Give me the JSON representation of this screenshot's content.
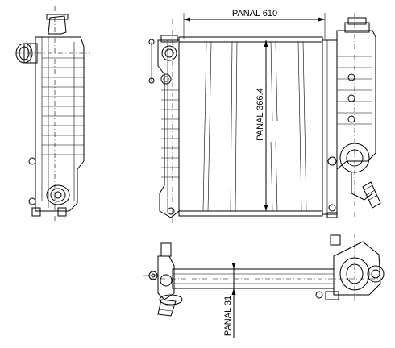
{
  "dimensions": {
    "width_label": "PANAL 610",
    "height_label": "PANAL 366.4",
    "depth_label": "PANAL 31"
  }
}
